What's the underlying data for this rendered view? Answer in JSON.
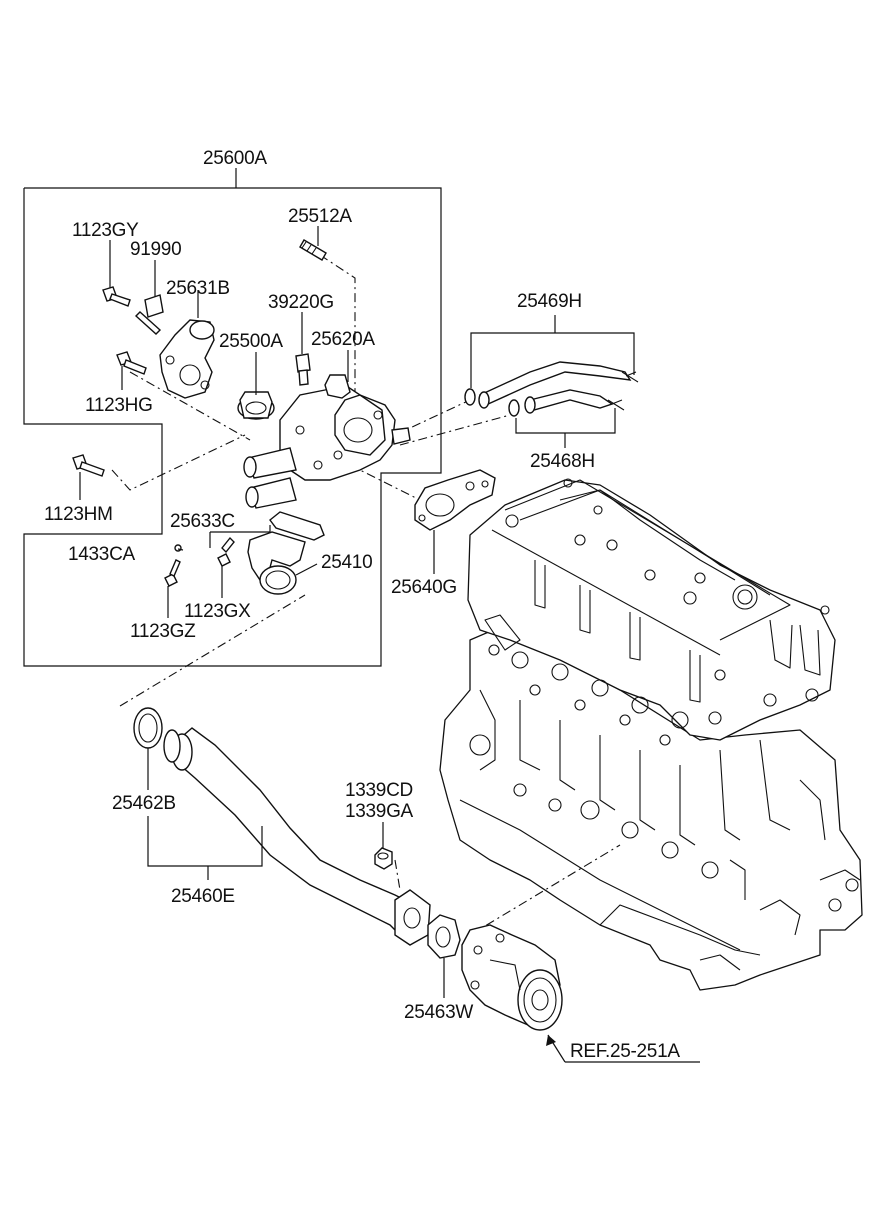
{
  "labels": {
    "assembly": "25600A",
    "stud": "25512A",
    "bolt_gy": "1123GY",
    "bracket": "91990",
    "fitting": "25631B",
    "sensor": "39220G",
    "thermostat": "25500A",
    "housing": "25620A",
    "bolt_hg": "1123HG",
    "bolt_hm": "1123HM",
    "hose_assy": "25469H",
    "hose": "25468H",
    "plate": "25633C",
    "nut_ca": "1433CA",
    "hose_outlet": "25410",
    "gasket_g": "25640G",
    "bolt_gx": "1123GX",
    "bolt_gz": "1123GZ",
    "oring": "25462B",
    "pipe": "25460E",
    "nut_cd": "1339CD",
    "nut_ga": "1339GA",
    "gasket_w": "25463W",
    "ref": "REF.25-251A"
  }
}
